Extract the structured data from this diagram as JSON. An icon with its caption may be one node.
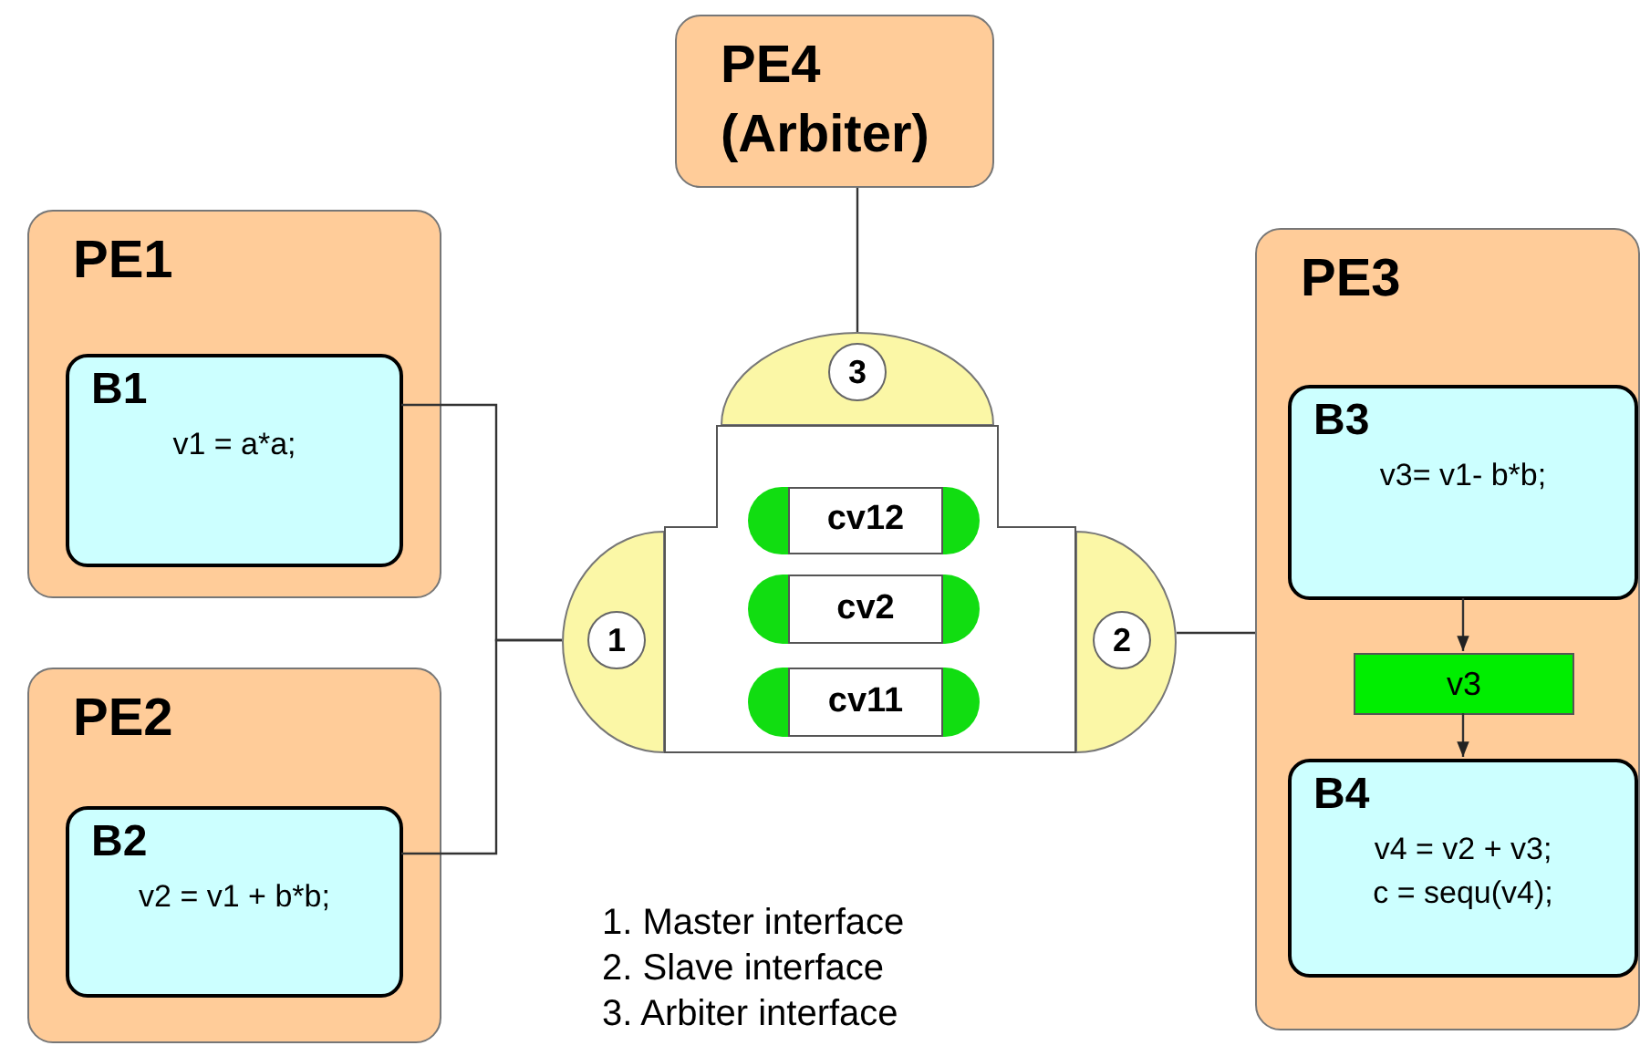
{
  "diagram": {
    "nodes": [
      {
        "text": [
          "PE4 (Arbiter)"
        ]
      },
      {
        "text": [
          "PE1"
        ]
      },
      {
        "text": [
          "B1",
          "v1 = a*a;"
        ],
        "in": 1
      },
      {
        "text": [
          "PE2"
        ]
      },
      {
        "text": [
          "B2",
          "v2 = v1 + b*b;"
        ],
        "in": 3
      },
      {
        "text": [
          "3"
        ]
      },
      {
        "text": [
          "1"
        ]
      },
      {
        "text": [
          "2"
        ]
      },
      {
        "text": [],
        "shape": "box"
      },
      {
        "text": [
          "cv12"
        ],
        "in": 8
      },
      {
        "text": [
          "cv2"
        ],
        "in": 8
      },
      {
        "text": [
          "cv11"
        ],
        "in": 8
      },
      {
        "text": [
          "PE3"
        ]
      },
      {
        "text": [
          "B3",
          "v3= v1- b*b;"
        ],
        "in": 12
      },
      {
        "text": [
          "v3"
        ],
        "in": 12
      },
      {
        "text": [
          "B4",
          "v4 = v2 + v3;",
          "c = sequ(v4);"
        ],
        "in": 12
      }
    ],
    "edges": [
      {
        "from": 0,
        "to": 5,
        "arrow": "none"
      },
      {
        "from": 2,
        "to": 6,
        "arrow": "none"
      },
      {
        "from": 4,
        "to": 6,
        "arrow": "none"
      },
      {
        "from": 7,
        "to": 12,
        "arrow": "none"
      },
      {
        "from": 13,
        "to": 14,
        "arrow": "to"
      },
      {
        "from": 14,
        "to": 15,
        "arrow": "to"
      }
    ],
    "labels": [
      "1. Master interface",
      "2. Slave interface",
      "3. Arbiter interface"
    ]
  }
}
